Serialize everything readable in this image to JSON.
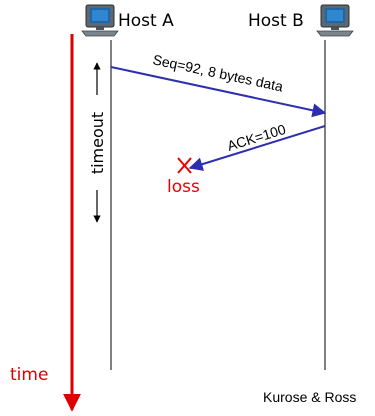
{
  "hosts": {
    "a_label": "Host A",
    "b_label": "Host B"
  },
  "messages": {
    "seq_label": "Seq=92, 8 bytes data",
    "ack_label": "ACK=100",
    "loss_label": "loss"
  },
  "timeout_label": "timeout",
  "time_label": "time",
  "credit": "Kurose & Ross",
  "colors": {
    "arrow": "#2e2eb0",
    "time_axis": "#dd0000",
    "loss": "#ee0000",
    "text": "#000000"
  },
  "icons": [
    "computer-icon-host-a",
    "computer-icon-host-b"
  ]
}
